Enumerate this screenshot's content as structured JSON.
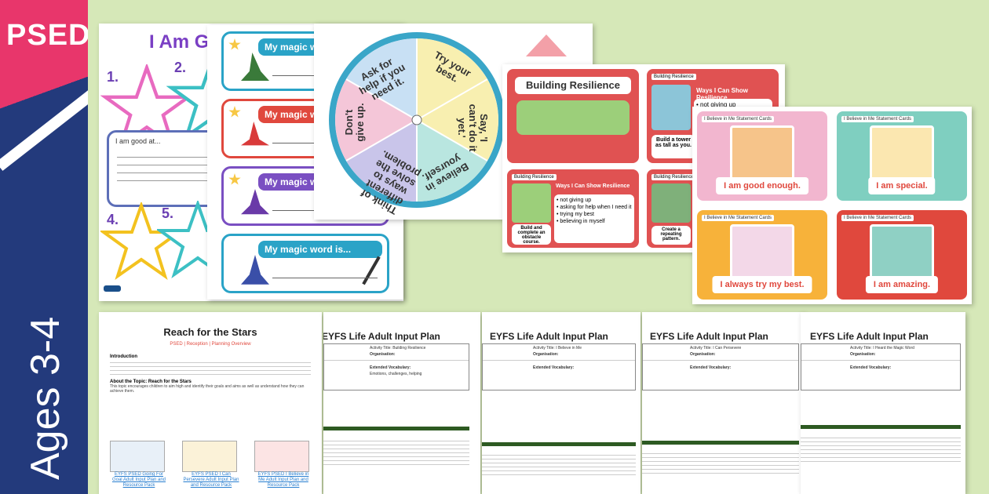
{
  "banner": {
    "subject": "PSED",
    "ages": "Ages 3-4",
    "colors": {
      "pink": "#e8366b",
      "navy": "#233a7c",
      "bg": "#d6e8b8"
    }
  },
  "goals_sheet": {
    "title": "I Am Go",
    "numbers": [
      "1.",
      "2.",
      "4.",
      "5."
    ],
    "good_at": "I am good at..."
  },
  "magic_word": {
    "labels": [
      "My magic wo",
      "My magic wo",
      "My magic wo",
      "My magic word is..."
    ]
  },
  "spinner": {
    "segments": [
      "Try your best.",
      "Say, 'I can't do it yet.'",
      "Believe in yourself.",
      "Think of different ways to solve the problem.",
      "Don't give up.",
      "Ask for help if you need it."
    ]
  },
  "resilience": {
    "title": "Building Resilience",
    "card_tag": "Building Resilience",
    "ways_title": "Ways I Can Show Resilience",
    "not_giving_up": "not giving up",
    "list": [
      "not giving up",
      "asking for help when I need it",
      "trying my best",
      "believing in myself"
    ],
    "tower": "Build a tower as tall as you.",
    "obstacle": "Build and complete an obstacle course.",
    "pattern": "Create a repeating pattern."
  },
  "belief_cards": {
    "tag": "I Believe in Me Statement Cards",
    "cards": [
      {
        "caption": "I am good enough.",
        "color": "#f2b6cf"
      },
      {
        "caption": "I am special.",
        "color": "#7fcfc0"
      },
      {
        "caption": "I always try my best.",
        "color": "#f7b23a"
      },
      {
        "caption": "I am amazing.",
        "color": "#e0483d"
      }
    ]
  },
  "planning": {
    "title": "Reach for the Stars",
    "subtitle": "PSED | Reception | Planning Overview",
    "intro_head": "Introduction",
    "about_head": "About the Topic: Reach for the Stars",
    "about_text": "This topic encourages children to aim high and identify their goals and aims as well as understand how they can achieve them.",
    "links": [
      "EYFS PSED Going For Goal Adult Input Plan and Resource Pack",
      "EYFS PSED I Can Persevere Adult Input Plan and Resource Pack",
      "EYFS PSED I Believe in Me Adult Input Plan and Resource Pack"
    ]
  },
  "plans": [
    {
      "title": "EYFS Life Adult Input Plan",
      "activity_label": "Activity Title:",
      "activity": "Building Resilience",
      "vocab": "Emotions, challenges, helping"
    },
    {
      "title": "EYFS Life Adult Input Plan",
      "activity_label": "Activity Title:",
      "activity": "I Believe in Me",
      "vocab": ""
    },
    {
      "title": "EYFS Life Adult Input Plan",
      "activity_label": "Activity Title:",
      "activity": "I Can Persevere",
      "vocab": ""
    },
    {
      "title": "EYFS Life Adult Input Plan",
      "activity_label": "Activity Title:",
      "activity": "I Heard the Magic Word",
      "vocab": ""
    }
  ],
  "plan_labels": {
    "organisation": "Organisation:",
    "extended_vocab": "Extended Vocabulary:"
  }
}
